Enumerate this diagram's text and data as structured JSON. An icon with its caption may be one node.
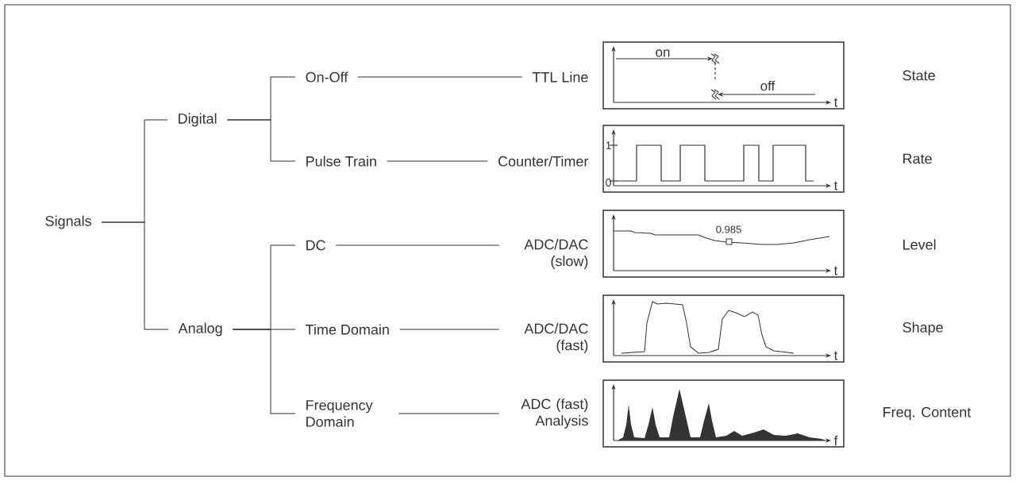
{
  "diagram": {
    "nodes": [
      {
        "text": [
          "Signals"
        ]
      },
      {
        "text": [
          "Digital"
        ]
      },
      {
        "text": [
          "Analog"
        ]
      },
      {
        "text": [
          "On-Off"
        ]
      },
      {
        "text": [
          "Pulse Train"
        ]
      },
      {
        "text": [
          "DC"
        ]
      },
      {
        "text": [
          "Time Domain"
        ]
      },
      {
        "text": [
          "Frequency Domain"
        ]
      },
      {
        "text": [
          "TTL Line"
        ]
      },
      {
        "text": [
          "Counter/Timer"
        ]
      },
      {
        "text": [
          "ADC/DAC (slow)"
        ]
      },
      {
        "text": [
          "ADC/DAC (fast)"
        ]
      },
      {
        "text": [
          "ADC (fast) Analysis"
        ]
      }
    ],
    "edges": [
      {
        "from": 0,
        "to": 1,
        "arrow": "none"
      },
      {
        "from": 0,
        "to": 2,
        "arrow": "none"
      },
      {
        "from": 1,
        "to": 3,
        "arrow": "none"
      },
      {
        "from": 1,
        "to": 4,
        "arrow": "none"
      },
      {
        "from": 2,
        "to": 5,
        "arrow": "none"
      },
      {
        "from": 2,
        "to": 6,
        "arrow": "none"
      },
      {
        "from": 2,
        "to": 7,
        "arrow": "none"
      },
      {
        "from": 3,
        "to": 8,
        "arrow": "none"
      },
      {
        "from": 4,
        "to": 9,
        "arrow": "none"
      },
      {
        "from": 5,
        "to": 10,
        "arrow": "none"
      },
      {
        "from": 6,
        "to": 11,
        "arrow": "none"
      },
      {
        "from": 7,
        "to": 12,
        "arrow": "none"
      }
    ],
    "labels": [
      "on",
      "off",
      "t",
      "State",
      "1",
      "0",
      "t",
      "Rate",
      "0.985",
      "t",
      "Level",
      "t",
      "Shape",
      "f",
      "Freq. Content"
    ]
  }
}
